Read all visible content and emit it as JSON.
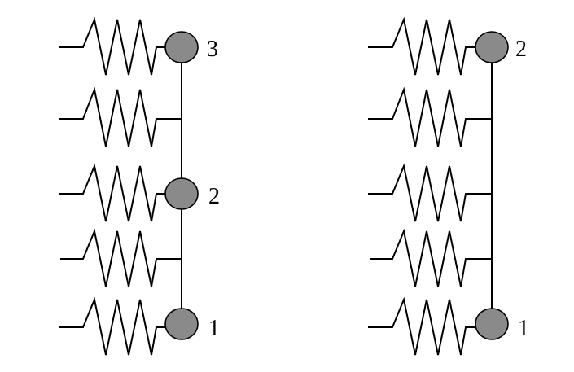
{
  "colors": {
    "node_fill": "#8a8a8a",
    "line": "#000000",
    "background": "#ffffff"
  },
  "diagrams": [
    {
      "name": "left-chain",
      "nodes": [
        {
          "label": "3"
        },
        {
          "label": "2"
        },
        {
          "label": "1"
        }
      ],
      "resistor_count": 5
    },
    {
      "name": "right-chain",
      "nodes": [
        {
          "label": "2"
        },
        {
          "label": "1"
        }
      ],
      "resistor_count": 5
    }
  ]
}
